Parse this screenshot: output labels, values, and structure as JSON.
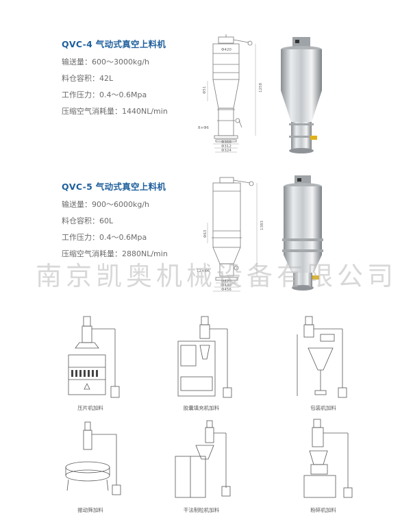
{
  "models": [
    {
      "title": "QVC-4 气动式真空上料机",
      "specs": [
        {
          "label": "输送量：",
          "value": "600～3000kg/h"
        },
        {
          "label": "料仓容积：",
          "value": "42L"
        },
        {
          "label": "工作压力：",
          "value": "0.4～0.6Mpa"
        },
        {
          "label": "压缩空气消耗量：",
          "value": "1440NL/min"
        }
      ],
      "dims": {
        "top": "Φ420",
        "height": "1258",
        "side": "Φ51",
        "inlet": "8×Φ6",
        "b1": "Φ368",
        "b2": "Φ312",
        "b3": "Φ324"
      }
    },
    {
      "title": "QVC-5 气动式真空上料机",
      "specs": [
        {
          "label": "输送量：",
          "value": "900～6000kg/h"
        },
        {
          "label": "料仓容积：",
          "value": "60L"
        },
        {
          "label": "工作压力：",
          "value": "0.4～0.6Mpa"
        },
        {
          "label": "压缩空气消耗量：",
          "value": "2880NL/min"
        }
      ],
      "dims": {
        "height": "1383",
        "side": "Φ63",
        "inlet": "12×Φ6",
        "b1": "Φ420",
        "b2": "Φ440",
        "b3": "Φ456"
      }
    }
  ],
  "watermark": "南京凯奥机械设备有限公司",
  "applications": [
    {
      "label": "压片机加料"
    },
    {
      "label": "胶囊填充机加料"
    },
    {
      "label": "包装机加料"
    },
    {
      "label": "振动筛加料"
    },
    {
      "label": "干法制粒机加料"
    },
    {
      "label": "粉碎机加料"
    }
  ]
}
